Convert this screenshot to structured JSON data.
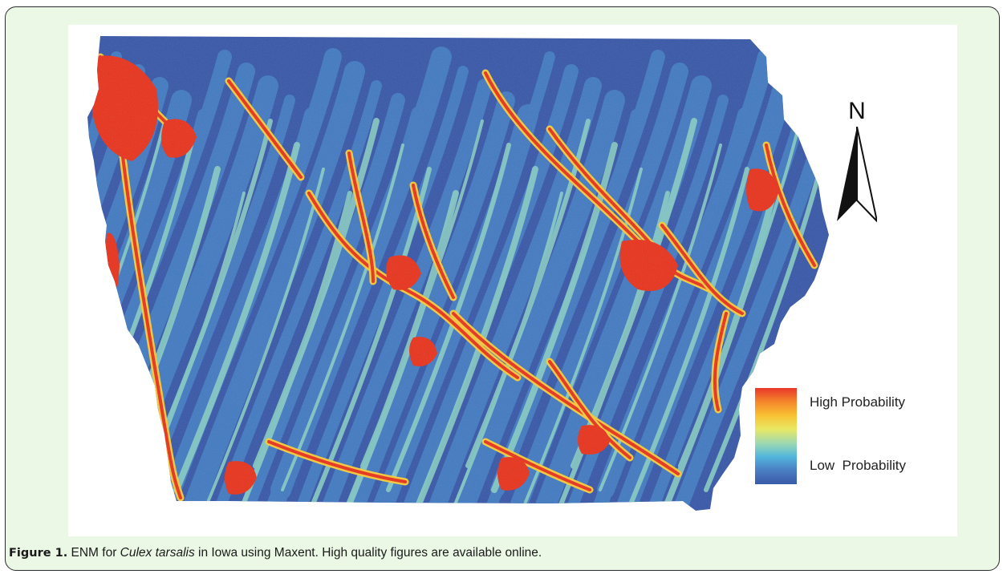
{
  "map": {
    "legend": {
      "high_label": "High Probability",
      "low_label": "Low  Probability",
      "gradient_colors": [
        "#e8372a",
        "#f5862b",
        "#f8c234",
        "#e8e864",
        "#9fd9b0",
        "#52b6dc",
        "#4a7dc2",
        "#3a5aa8"
      ]
    },
    "north_arrow": {
      "letter": "N"
    },
    "colors": {
      "land_base": "#3f5ca8",
      "low": "#4d88c8",
      "mid": "#8fd0c4",
      "high_mid": "#f3c842",
      "high": "#e53a24",
      "frame_background": "#ebf8e5"
    }
  },
  "caption": {
    "figure_label": "Figure 1.",
    "text_before": " ENM for ",
    "species": "Culex tarsalis",
    "text_after": " in Iowa using Maxent. High quality figures are available online."
  }
}
